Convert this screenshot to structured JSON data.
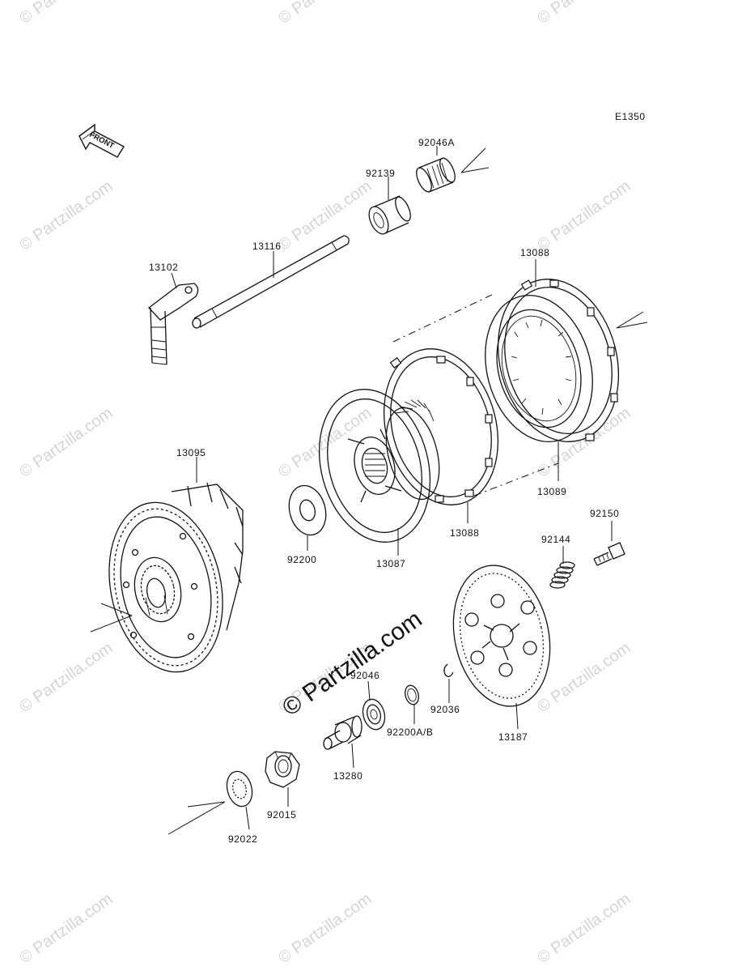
{
  "diagram_code": "E1350",
  "front_label": "FRONT",
  "center_watermark": "© Partzilla.com",
  "watermark_text": "© Partzilla.com",
  "parts": [
    {
      "id": "92046A"
    },
    {
      "id": "92139"
    },
    {
      "id": "13116"
    },
    {
      "id": "13102"
    },
    {
      "id": "13088"
    },
    {
      "id": "13088"
    },
    {
      "id": "13089"
    },
    {
      "id": "13095"
    },
    {
      "id": "92200"
    },
    {
      "id": "13087"
    },
    {
      "id": "92150"
    },
    {
      "id": "92144"
    },
    {
      "id": "92046"
    },
    {
      "id": "92036"
    },
    {
      "id": "92200A/B"
    },
    {
      "id": "13187"
    },
    {
      "id": "13280"
    },
    {
      "id": "92015"
    },
    {
      "id": "92022"
    }
  ]
}
